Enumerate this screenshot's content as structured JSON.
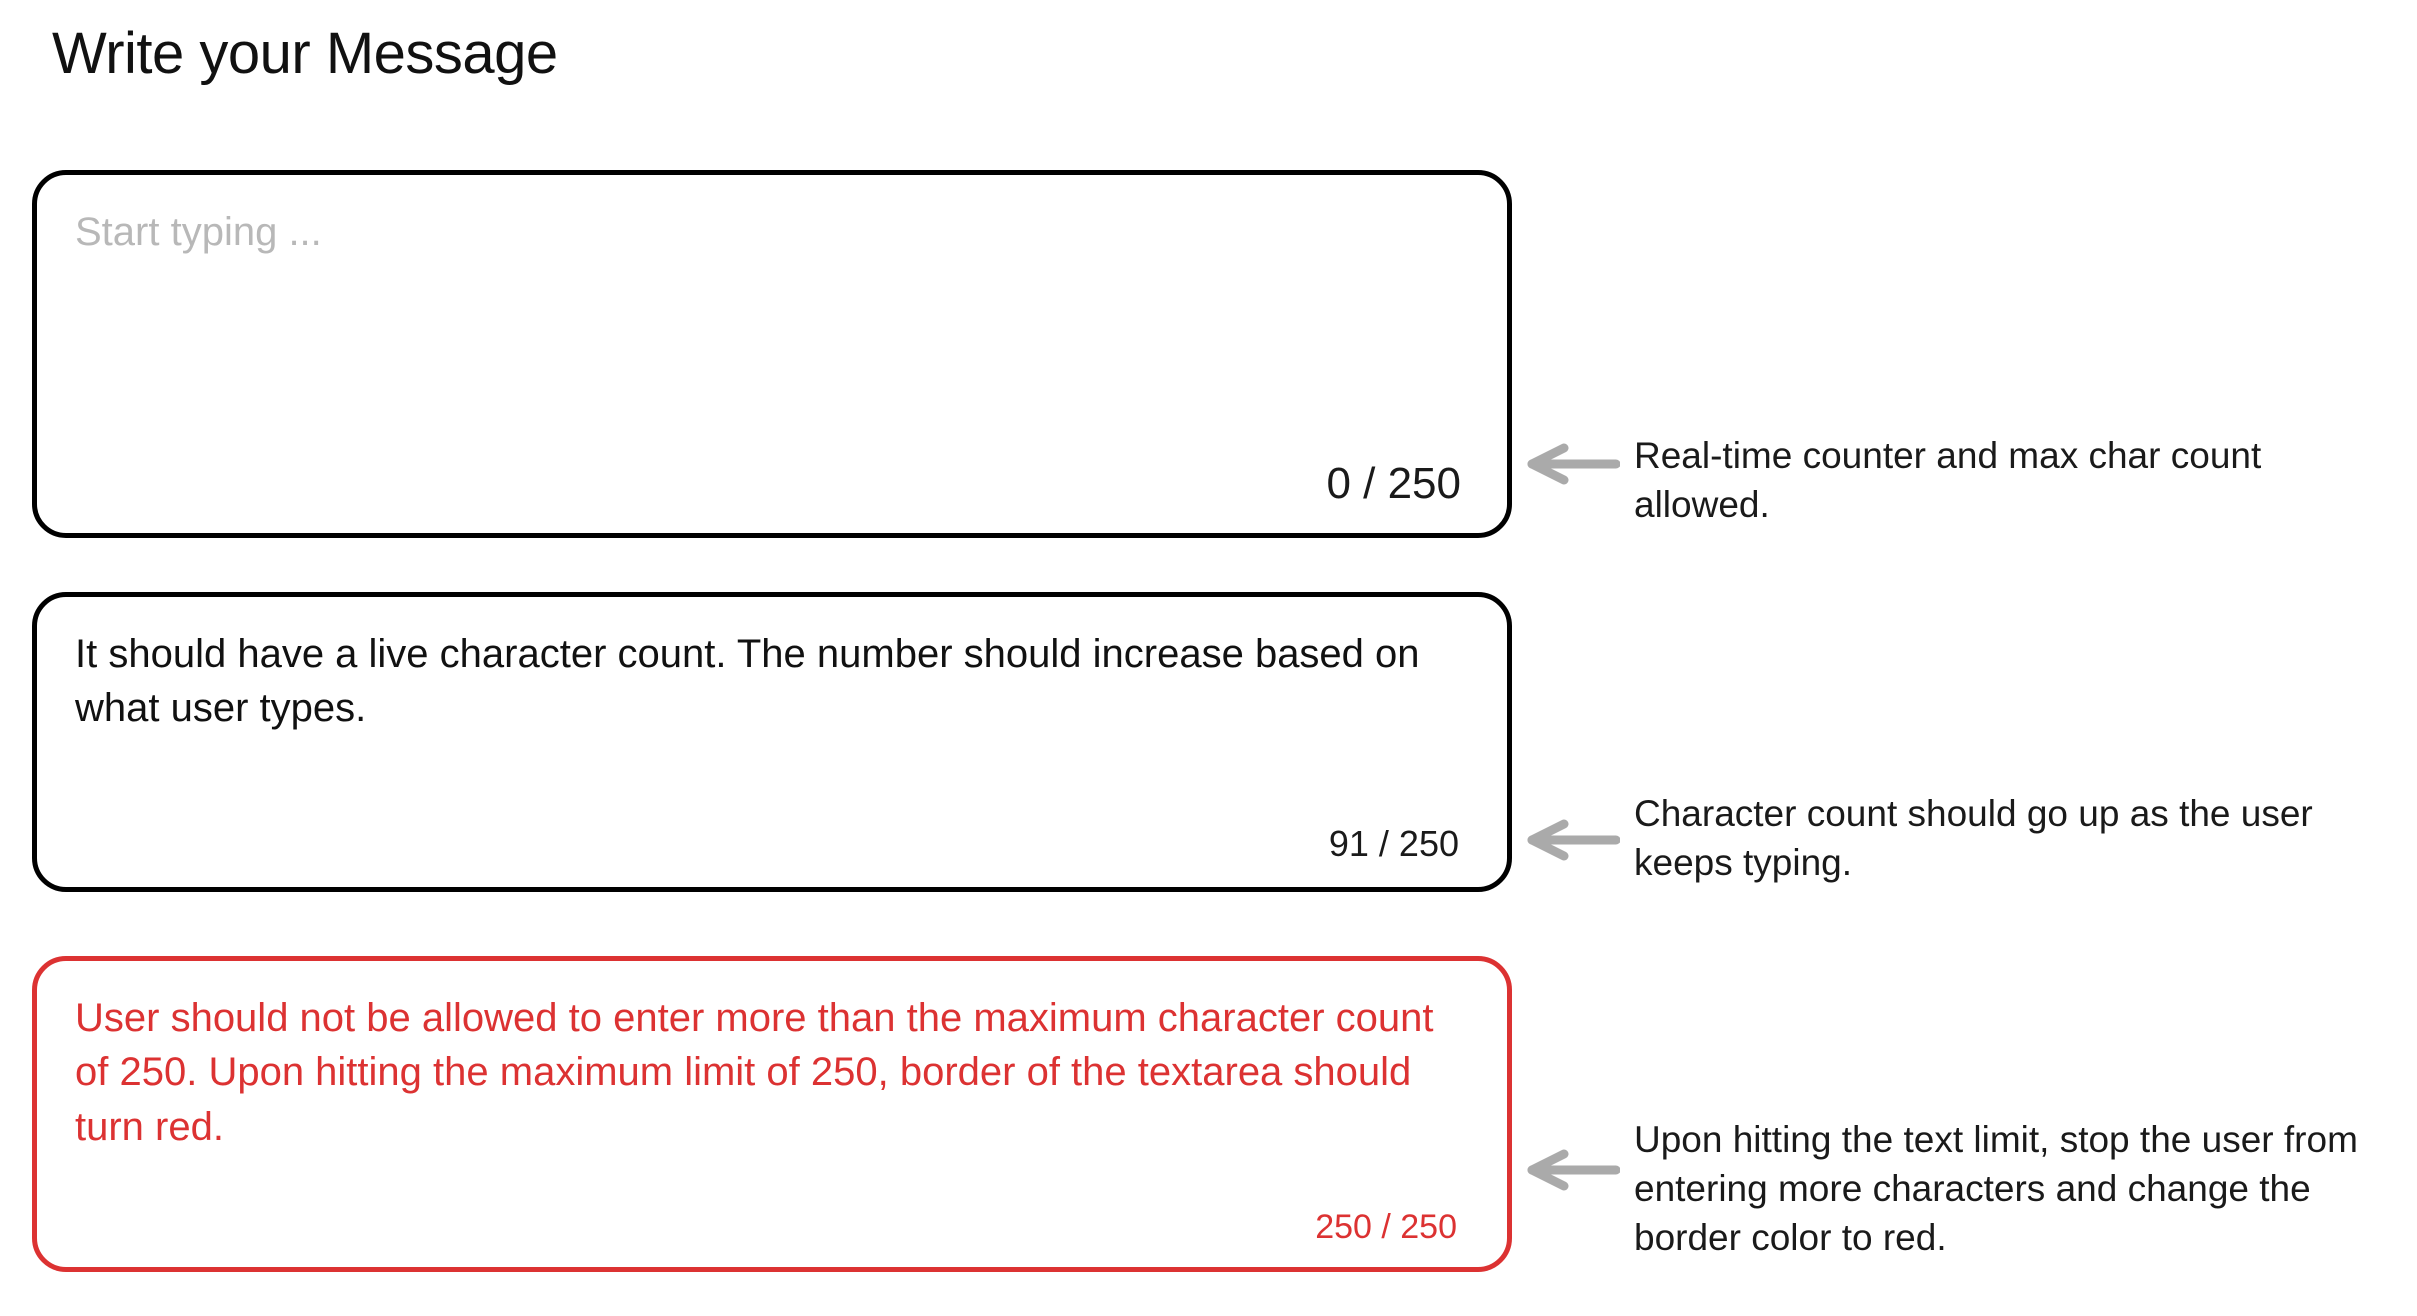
{
  "page": {
    "title": "Write your Message",
    "background_color": "#ffffff",
    "text_color": "#111111",
    "error_color": "#DC3232",
    "placeholder_color": "#b8b8b8",
    "arrow_color": "#aaaaaa",
    "max_chars": 250
  },
  "textareas": [
    {
      "state": "empty",
      "placeholder": "Start typing ...",
      "value": "",
      "counter": "0 / 250",
      "border_color": "#000000"
    },
    {
      "state": "typing",
      "placeholder": "Start typing ...",
      "value": "It should have a live character count. The number should increase based on what user types.",
      "counter": "91 / 250",
      "border_color": "#000000"
    },
    {
      "state": "limit-reached",
      "placeholder": "Start typing ...",
      "value": "User should not be allowed to enter more than the maximum character count of 250. Upon hitting the maximum limit of 250, border of the textarea should turn red.",
      "counter": "250 / 250",
      "border_color": "#DC3232"
    }
  ],
  "annotations": [
    {
      "icon": "arrow-left-icon",
      "text": "Real-time counter and max char count allowed."
    },
    {
      "icon": "arrow-left-icon",
      "text": "Character count should go up as the user keeps typing."
    },
    {
      "icon": "arrow-left-icon",
      "text": "Upon hitting the text limit, stop the user from entering more characters and change the border color to red."
    }
  ]
}
